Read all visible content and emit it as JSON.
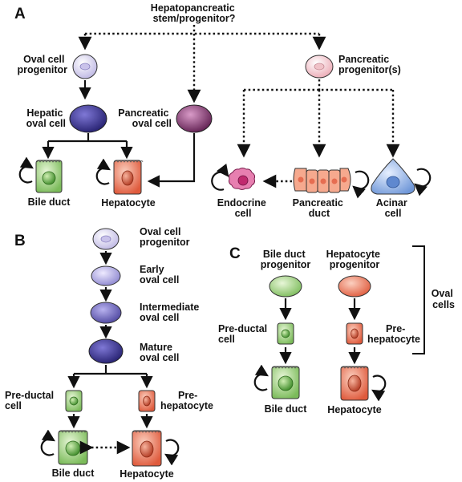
{
  "panels": {
    "a": "A",
    "b": "B",
    "c": "C"
  },
  "panel_a": {
    "top": [
      "Hepatopancreatic",
      "stem/progenitor?"
    ],
    "oval_progenitor": [
      "Oval cell",
      "progenitor"
    ],
    "pancreatic_progenitor": [
      "Pancreatic",
      "progenitor(s)"
    ],
    "hepatic_oval": [
      "Hepatic",
      "oval cell"
    ],
    "pancreatic_oval": [
      "Pancreatic",
      "oval cell"
    ],
    "bile_duct": "Bile duct",
    "hepatocyte": "Hepatocyte",
    "endocrine": [
      "Endocrine",
      "cell"
    ],
    "pancreatic_duct": [
      "Pancreatic",
      "duct"
    ],
    "acinar": [
      "Acinar",
      "cell"
    ]
  },
  "panel_b": {
    "oval_progenitor": [
      "Oval cell",
      "progenitor"
    ],
    "early": [
      "Early",
      "oval cell"
    ],
    "intermediate": [
      "Intermediate",
      "oval cell"
    ],
    "mature": [
      "Mature",
      "oval cell"
    ],
    "preductal": [
      "Pre-ductal",
      "cell"
    ],
    "prehepatocyte": [
      "Pre-",
      "hepatocyte"
    ],
    "bile_duct": "Bile duct",
    "hepatocyte": "Hepatocyte"
  },
  "panel_c": {
    "bile_progenitor": [
      "Bile duct",
      "progenitor"
    ],
    "hep_progenitor": [
      "Hepatocyte",
      "progenitor"
    ],
    "preductal": [
      "Pre-ductal",
      "cell"
    ],
    "prehepatocyte": [
      "Pre-",
      "hepatocyte"
    ],
    "bile_duct": "Bile duct",
    "hepatocyte": "Hepatocyte",
    "oval_cells": [
      "Oval",
      "cells"
    ]
  },
  "colors": {
    "progenitor": "#d9d4ef",
    "oval_dark": "#4f4aa6",
    "pancreatic_oval": "#8c3a78",
    "bile_green": "#8fc870",
    "hep_orange": "#e9755a",
    "pancreatic_progenitor": "#f2c7cc",
    "duct_pink": "#f4a98c",
    "endocrine": "#d63a86",
    "acinar": "#8fb3e2"
  }
}
